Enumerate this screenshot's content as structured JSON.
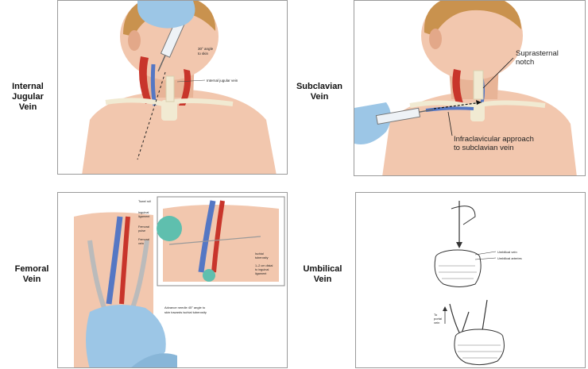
{
  "labels": {
    "internal_jugular": [
      "Internal Jugular",
      "Vein"
    ],
    "subclavian": [
      "Subclavian",
      "Vein"
    ],
    "femoral": [
      "Femoral",
      "Vein"
    ],
    "umbilical": [
      "Umbilical",
      "Vein"
    ]
  },
  "annotations": {
    "ij_angle": [
      "30° angle",
      "to skin"
    ],
    "ij_vein": "Internal jugular vein",
    "sc_notch": [
      "Suprasternal",
      "notch"
    ],
    "sc_approach": [
      "Infraclavicular approach",
      "to subclavian vein"
    ],
    "fem_towel": "Towel roll",
    "fem_ligament": [
      "Inguinal",
      "ligament"
    ],
    "fem_pulse": [
      "Femoral",
      "pulse"
    ],
    "fem_vein": [
      "Femoral",
      "vein"
    ],
    "fem_tubercle": [
      "Ischial",
      "tuberosity"
    ],
    "fem_dist": [
      "1–2 cm distal",
      "to inguinal",
      "ligament"
    ],
    "fem_advance": [
      "Advance needle 45° angle to",
      "skin towards ischial tuberosity"
    ],
    "umb_vein": "Umbilical vein",
    "umb_arteries": "Umbilical arteries",
    "umb_portal": [
      "To",
      "portal",
      "vein"
    ]
  },
  "colors": {
    "skin": "#f2c7ae",
    "skin_shade": "#e3a889",
    "hair": "#c9924e",
    "vein_blue": "#5577c4",
    "artery_red": "#c8352b",
    "glove": "#9cc6e6",
    "bone": "#f1ead2",
    "towel": "#5fbfae",
    "panel_border": "#9a9a9a"
  }
}
